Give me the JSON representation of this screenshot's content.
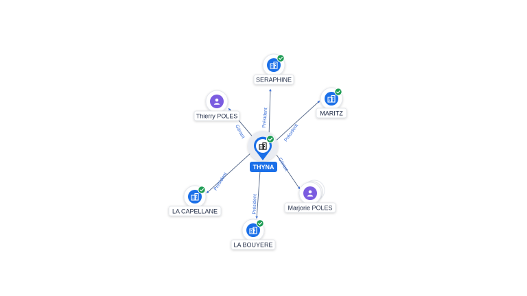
{
  "graph": {
    "center": {
      "label": "THYNA",
      "type": "company",
      "verified": true
    },
    "nodes": [
      {
        "id": "seraphine",
        "label": "SERAPHINE",
        "type": "company",
        "verified": true,
        "relation": "Président"
      },
      {
        "id": "maritz",
        "label": "MARITZ",
        "type": "company",
        "verified": true,
        "relation": "Président"
      },
      {
        "id": "thierry",
        "label": "Thierry POLES",
        "type": "person",
        "verified": false,
        "relation": "Gérant"
      },
      {
        "id": "capellane",
        "label": "LA CAPELLANE",
        "type": "company",
        "verified": true,
        "relation": "Président"
      },
      {
        "id": "bouyere",
        "label": "LA BOUYERE",
        "type": "company",
        "verified": true,
        "relation": "Président"
      },
      {
        "id": "marjorie",
        "label": "Marjorie POLES",
        "type": "person",
        "verified": false,
        "relation": "Gérant"
      }
    ]
  },
  "colors": {
    "company": "#1a6fe8",
    "person": "#7b5ce0",
    "verified": "#1f9d55",
    "edge_label": "#3a6fd8"
  },
  "icons": {
    "company": "building-icon",
    "person": "person-icon",
    "verified": "check-badge-icon"
  }
}
